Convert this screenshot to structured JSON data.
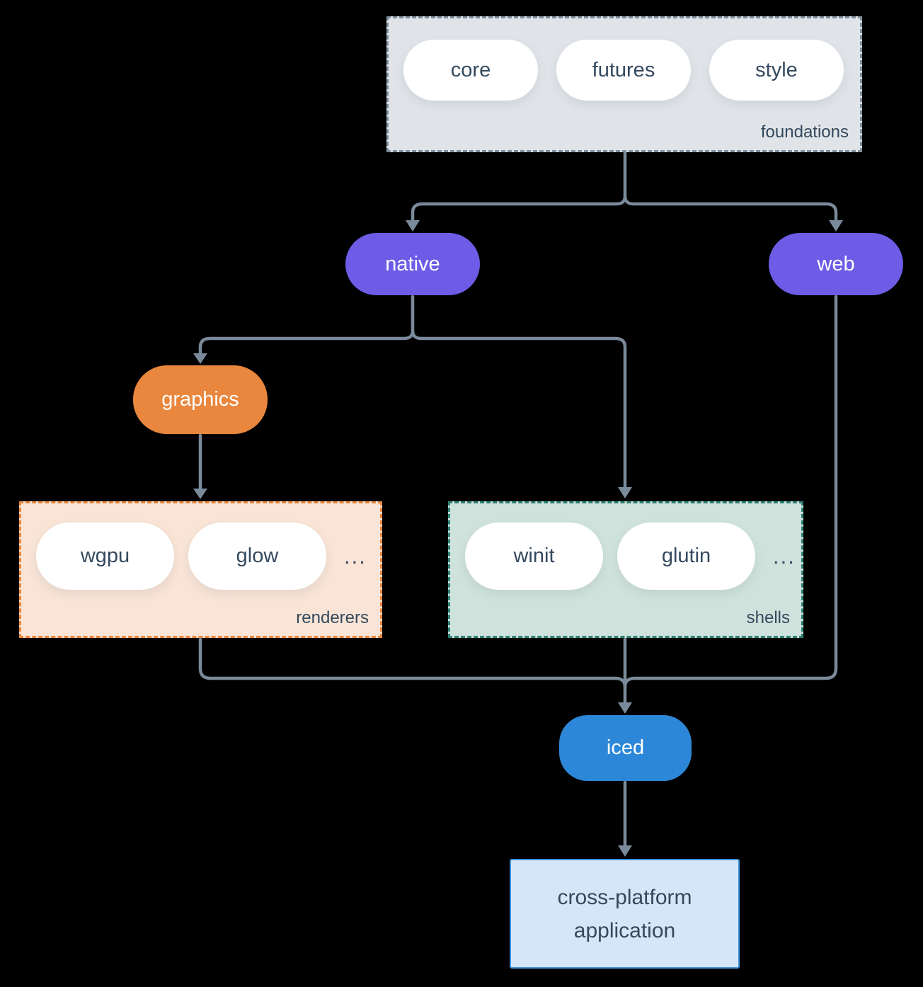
{
  "diagram": {
    "groups": {
      "foundations": {
        "label": "foundations",
        "pills": [
          "core",
          "futures",
          "style"
        ]
      },
      "renderers": {
        "label": "renderers",
        "pills": [
          "wgpu",
          "glow"
        ],
        "more": "..."
      },
      "shells": {
        "label": "shells",
        "pills": [
          "winit",
          "glutin"
        ],
        "more": "..."
      }
    },
    "nodes": {
      "native": "native",
      "web": "web",
      "graphics": "graphics",
      "iced": "iced",
      "application": {
        "line1": "cross-platform",
        "line2": "application"
      }
    },
    "colors": {
      "background": "#000000",
      "edge": "#7b8a9a",
      "node_purple": "#6e5ce6",
      "node_orange": "#e8873d",
      "node_blue": "#2d87d8",
      "foundations_fill": "#e0e4e8",
      "foundations_border": "#7e8e9e",
      "renderers_fill": "#f9e4d6",
      "renderers_border": "#e8873d",
      "shells_fill": "#d0e2dc",
      "shells_border": "#2e8274",
      "application_fill": "#d4e6f8",
      "application_border": "#3e90da",
      "text_dark": "#34495e",
      "text_light": "#ffffff",
      "pill_fill": "#ffffff"
    }
  }
}
